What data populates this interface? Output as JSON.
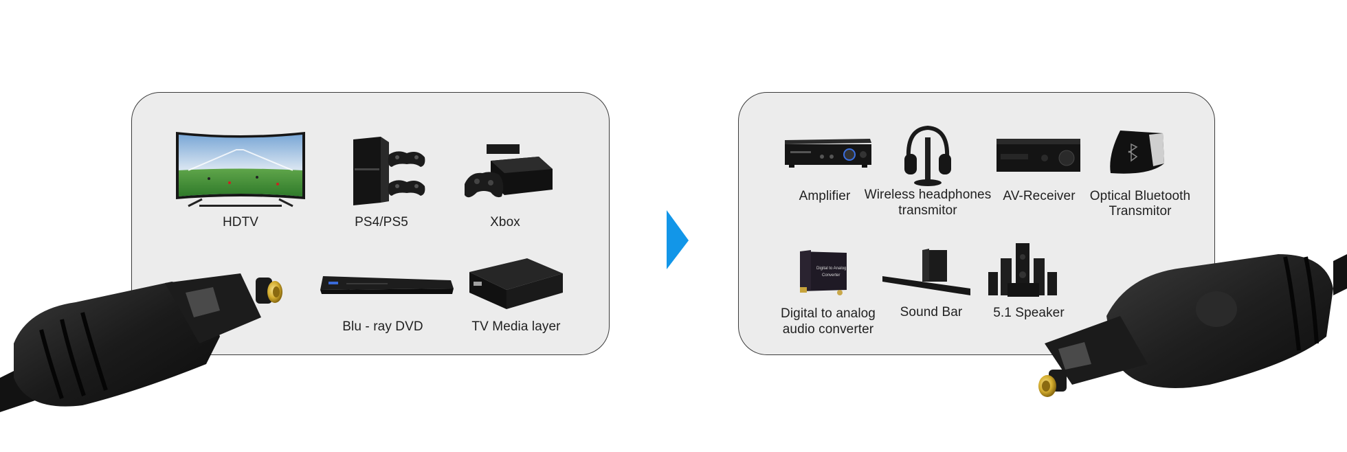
{
  "source_devices": [
    {
      "id": "hdtv",
      "label": "HDTV",
      "icon": "tv-icon"
    },
    {
      "id": "ps4",
      "label": "PS4/PS5",
      "icon": "game-console-icon"
    },
    {
      "id": "xbox",
      "label": "Xbox",
      "icon": "xbox-console-icon"
    },
    {
      "id": "bluray",
      "label": "Blu - ray DVD",
      "icon": "bluray-player-icon"
    },
    {
      "id": "media",
      "label": "TV Media layer",
      "icon": "media-box-icon"
    }
  ],
  "target_devices": [
    {
      "id": "amp",
      "label": "Amplifier",
      "icon": "amplifier-icon"
    },
    {
      "id": "headphones",
      "label_lines": [
        "Wireless headphones",
        "transmitor"
      ],
      "icon": "headphones-icon"
    },
    {
      "id": "avr",
      "label": "AV-Receiver",
      "icon": "av-receiver-icon"
    },
    {
      "id": "bt",
      "label_lines": [
        "Optical Bluetooth",
        "Transmitor"
      ],
      "icon": "bluetooth-transmitter-icon"
    },
    {
      "id": "dac",
      "label_lines": [
        "Digital to analog",
        "audio converter"
      ],
      "icon": "dac-converter-icon"
    },
    {
      "id": "soundbar",
      "label": "Sound Bar",
      "icon": "soundbar-icon"
    },
    {
      "id": "speaker",
      "label": "5.1 Speaker",
      "icon": "speaker-system-icon"
    }
  ],
  "dac_box_text": [
    "Digital to Analog",
    "Converter"
  ],
  "colors": {
    "panel_bg": "#ececec",
    "panel_border": "#3a3a3a",
    "arrow": "#1296e8",
    "connector_gold": "#d9b73a",
    "cable_black": "#1a1a1a"
  },
  "arrow_icon": "chevron-right-icon"
}
